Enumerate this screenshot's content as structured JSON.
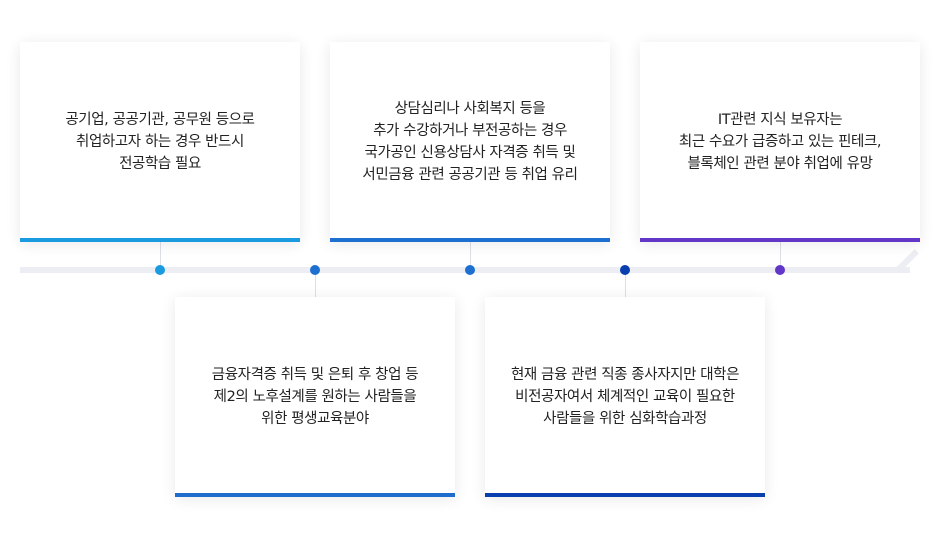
{
  "cards": [
    {
      "lines": [
        "공기업, 공공기관, 공무원 등으로",
        "취업하고자 하는 경우 반드시",
        "전공학습 필요"
      ]
    },
    {
      "lines": [
        "상담심리나 사회복지 등을",
        "추가 수강하거나 부전공하는 경우",
        "국가공인 신용상담사 자격증 취득 및",
        "서민금융 관련 공공기관 등 취업 유리"
      ]
    },
    {
      "lines": [
        "IT관련 지식 보유자는",
        "최근 수요가 급증하고 있는 핀테크,",
        "블록체인 관련 분야 취업에 유망"
      ]
    },
    {
      "lines": [
        "금융자격증 취득 및 은퇴 후 창업 등",
        "제2의 노후설계를 원하는 사람들을",
        "위한 평생교육분야"
      ]
    },
    {
      "lines": [
        "현재 금융 관련 직종 종사자지만 대학은",
        "비전공자여서 체계적인 교육이 필요한",
        "사람들을 위한 심화학습과정"
      ]
    }
  ],
  "colors": {
    "dot1": "#1a9be0",
    "dot2": "#1d6fd0",
    "dot3": "#1d6fd0",
    "dot4": "#0a3fb0",
    "dot5": "#6236c6",
    "track": "#eceef3"
  }
}
